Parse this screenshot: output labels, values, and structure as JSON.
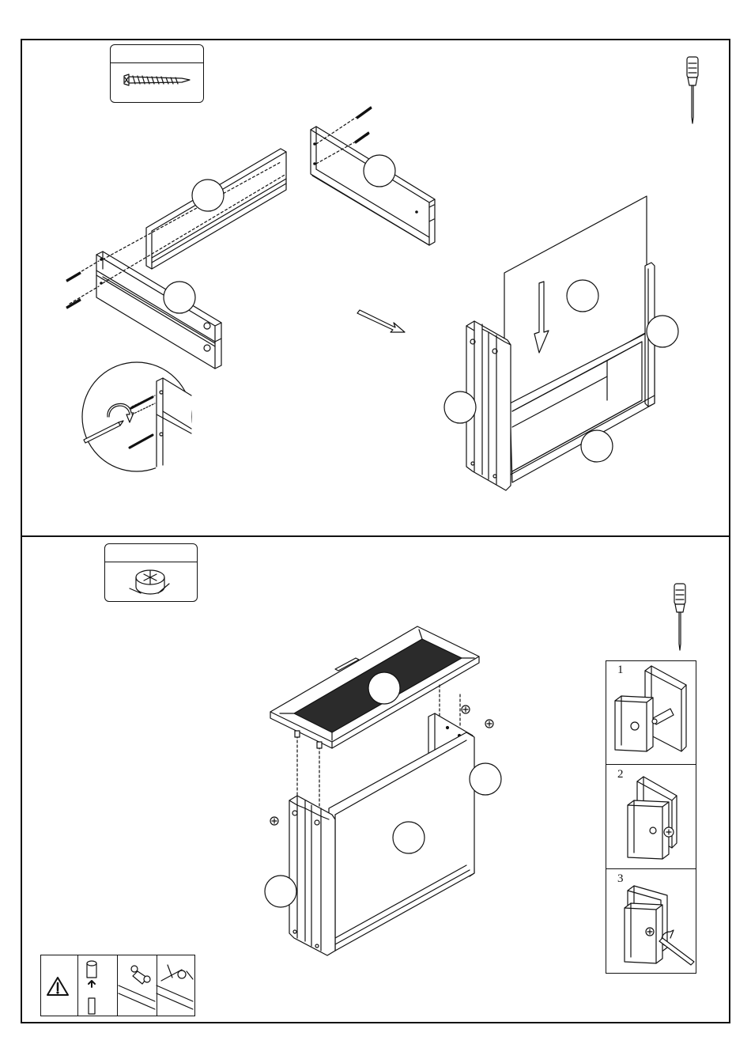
{
  "steps": [
    {
      "id": "step-1",
      "hardware": {
        "qty": "",
        "icon": "wood-screw-icon"
      },
      "tool": "screwdriver-icon",
      "part_labels": [
        "",
        "",
        "",
        "",
        "",
        "",
        ""
      ]
    },
    {
      "id": "step-2",
      "hardware": {
        "qty": "",
        "icon": "cam-lock-icon"
      },
      "tool": "screwdriver-icon",
      "part_labels": [
        "",
        "",
        "",
        ""
      ],
      "detail_steps": [
        "1",
        "2",
        "3"
      ],
      "warning": {
        "icon": "warning-triangle-icon"
      }
    }
  ],
  "colors": {
    "line": "#111111",
    "fill": "#ffffff",
    "top_panel": "#2b2b2b"
  }
}
